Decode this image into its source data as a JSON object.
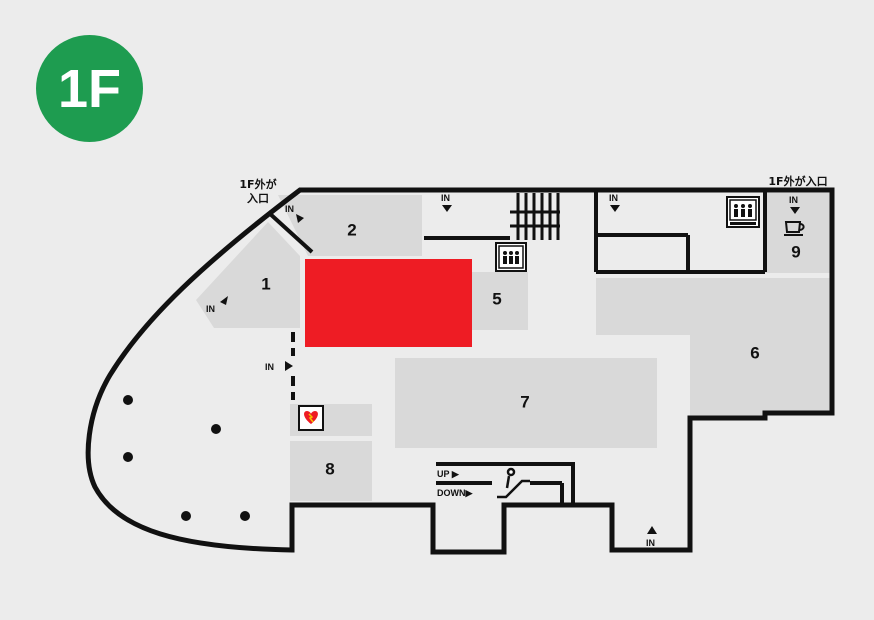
{
  "floor_label": "1F",
  "exits": {
    "left": [
      "1F外が",
      "入口"
    ],
    "right": "1F外が入口"
  },
  "entrance_label": "IN",
  "escalator": {
    "up": "UP ▶",
    "down": "DOWN▶"
  },
  "units": [
    "1",
    "2",
    "5",
    "6",
    "7",
    "8",
    "9"
  ],
  "highlight_color": "#ee1c24",
  "badge_color": "#1e9c50",
  "icons": [
    "elevator-icon",
    "aed-icon",
    "cafe-icon",
    "escalator-icon"
  ]
}
